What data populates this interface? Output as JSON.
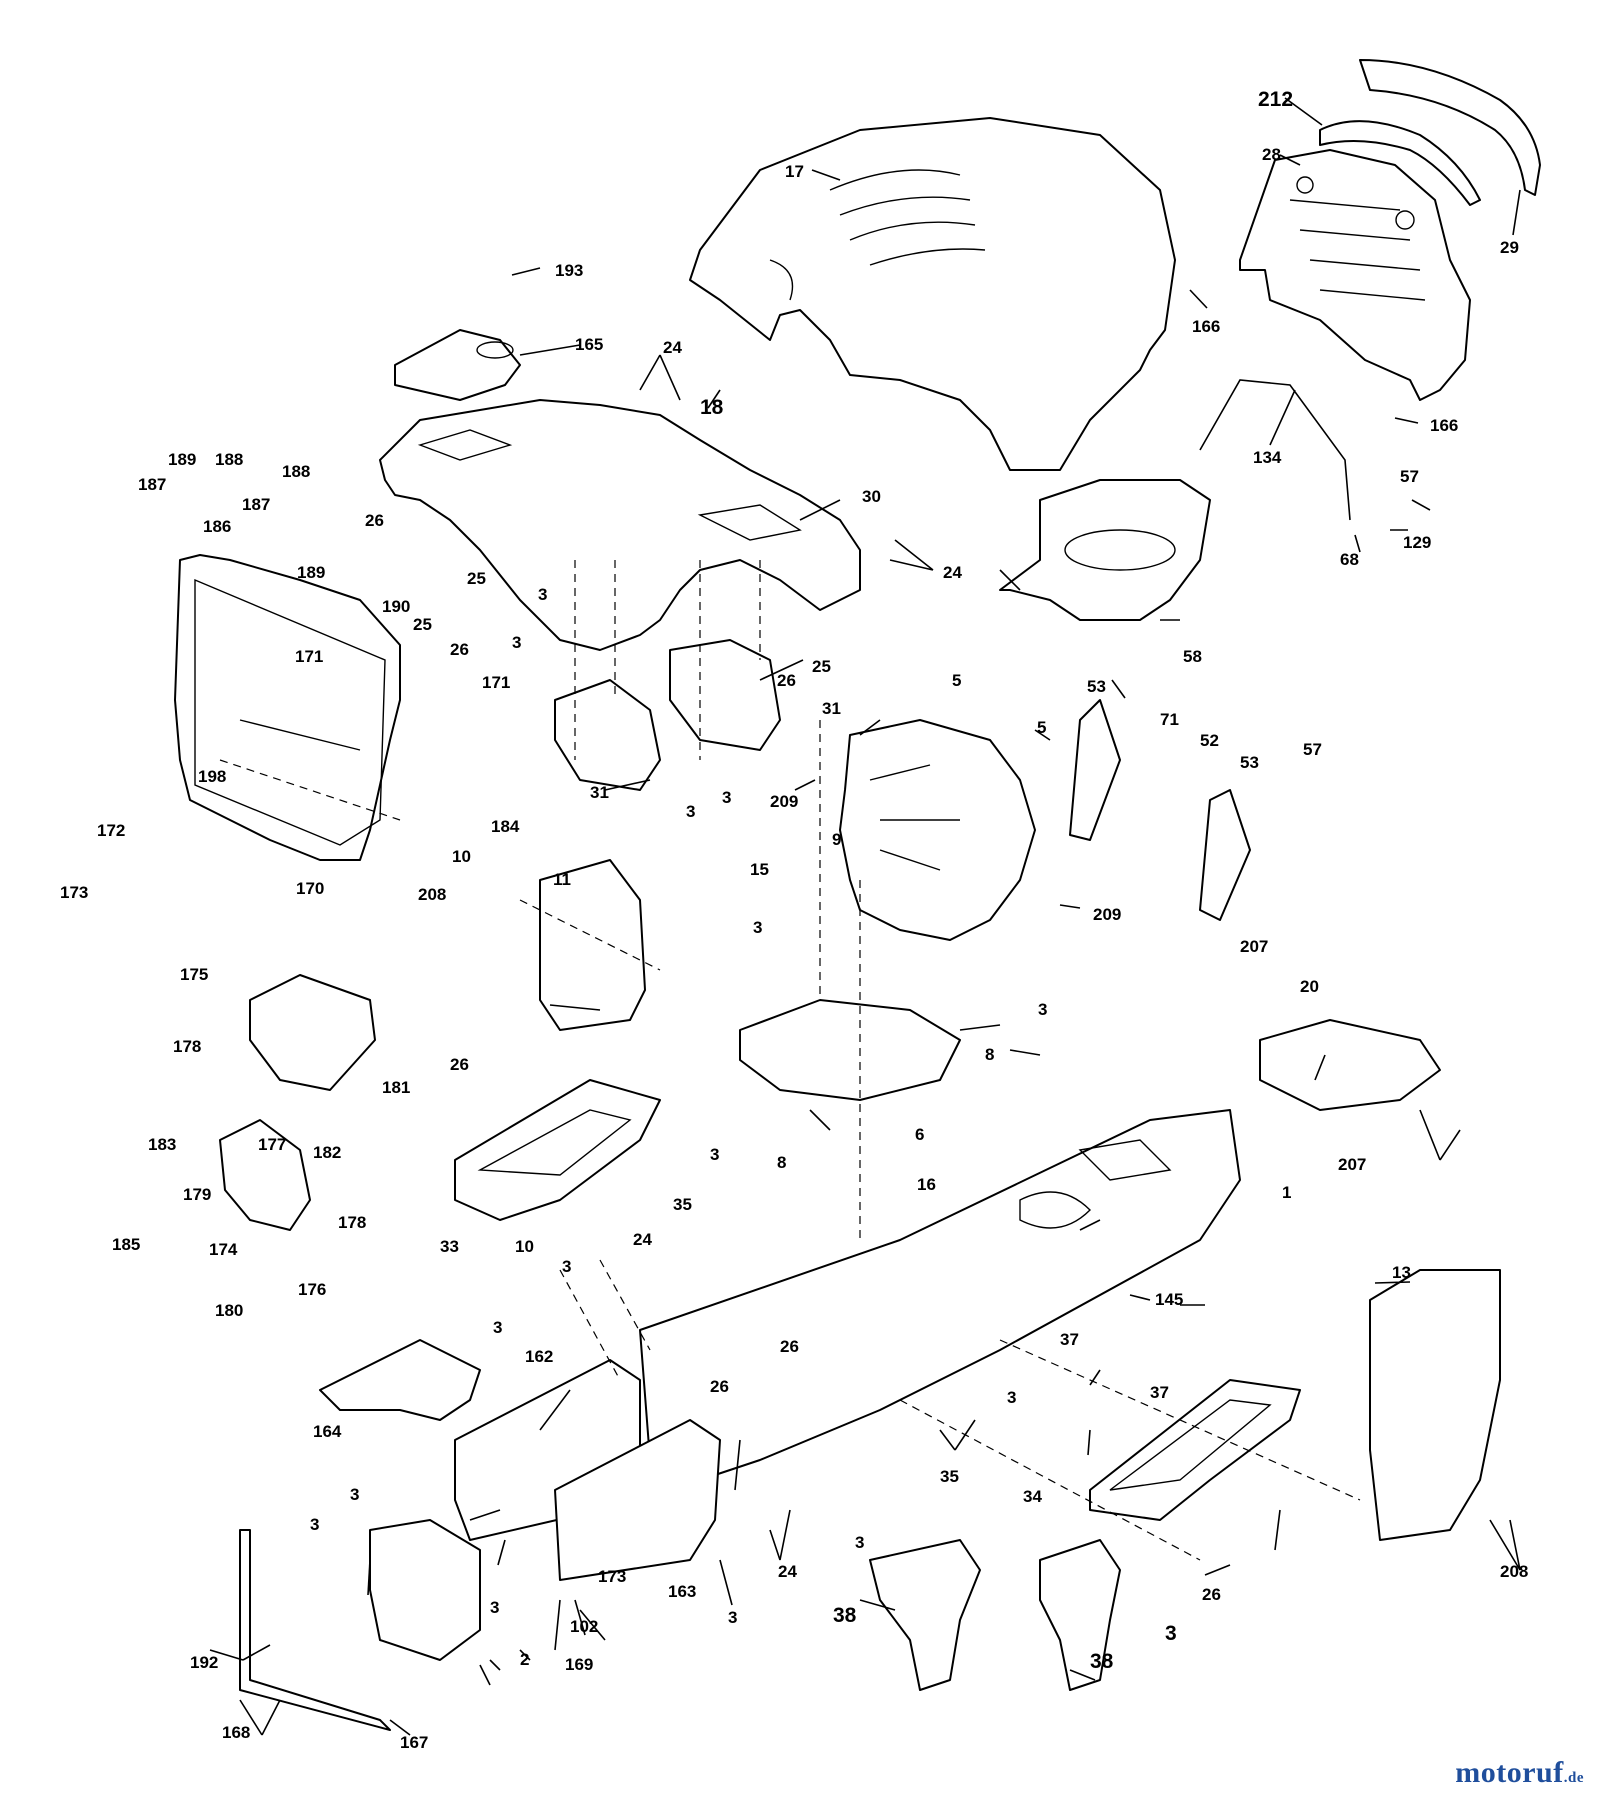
{
  "watermark": {
    "brand": "motoruf",
    "suffix": ".de"
  },
  "callouts": {
    "c_212": "212",
    "c_29": "29",
    "c_28": "28",
    "c_17": "17",
    "c_166a": "166",
    "c_166b": "166",
    "c_193": "193",
    "c_165": "165",
    "c_24a": "24",
    "c_18": "18",
    "c_134": "134",
    "c_189a": "189",
    "c_188a": "188",
    "c_187a": "187",
    "c_188b": "188",
    "c_187b": "187",
    "c_186": "186",
    "c_189b": "189",
    "c_26a": "26",
    "c_25a": "25",
    "c_30": "30",
    "c_57a": "57",
    "c_129": "129",
    "c_68": "68",
    "c_24b": "24",
    "c_3a": "3",
    "c_190": "190",
    "c_3b": "3",
    "c_25b": "25",
    "c_26b": "26",
    "c_171a": "171",
    "c_171b": "171",
    "c_26c": "26",
    "c_25c": "25",
    "c_58": "58",
    "c_31a": "31",
    "c_31b": "31",
    "c_3c": "3",
    "c_3d": "3",
    "c_209a": "209",
    "c_5a": "5",
    "c_5b": "5",
    "c_53a": "53",
    "c_71": "71",
    "c_52": "52",
    "c_53b": "53",
    "c_57b": "57",
    "c_198": "198",
    "c_172": "172",
    "c_173a": "173",
    "c_170": "170",
    "c_184": "184",
    "c_10a": "10",
    "c_9": "9",
    "c_11": "11",
    "c_15": "15",
    "c_209b": "209",
    "c_208a": "208",
    "c_3e": "3",
    "c_3f": "3",
    "c_207a": "207",
    "c_20": "20",
    "c_175": "175",
    "c_8a": "8",
    "c_178a": "178",
    "c_26d": "26",
    "c_181": "181",
    "c_6": "6",
    "c_183": "183",
    "c_177": "177",
    "c_3g": "3",
    "c_8b": "8",
    "c_207b": "207",
    "c_182": "182",
    "c_179": "179",
    "c_178b": "178",
    "c_16": "16",
    "c_35a": "35",
    "c_1": "1",
    "c_185": "185",
    "c_174": "174",
    "c_33": "33",
    "c_10b": "10",
    "c_180": "180",
    "c_176": "176",
    "c_24c": "24",
    "c_3h": "3",
    "c_13": "13",
    "c_145": "145",
    "c_26e": "26",
    "c_37a": "37",
    "c_3i": "3",
    "c_162": "162",
    "c_26f": "26",
    "c_37b": "37",
    "c_164": "164",
    "c_3j": "3",
    "c_35b": "35",
    "c_34": "34",
    "c_3k": "3",
    "c_163": "163",
    "c_24d": "24",
    "c_3l": "3",
    "c_208b": "208",
    "c_3m": "3",
    "c_102": "102",
    "c_173b": "173",
    "c_38a": "38",
    "c_3n": "3",
    "c_26g": "26",
    "c_192": "192",
    "c_2": "2",
    "c_169": "169",
    "c_38b": "38",
    "c_168": "168",
    "c_167": "167"
  }
}
